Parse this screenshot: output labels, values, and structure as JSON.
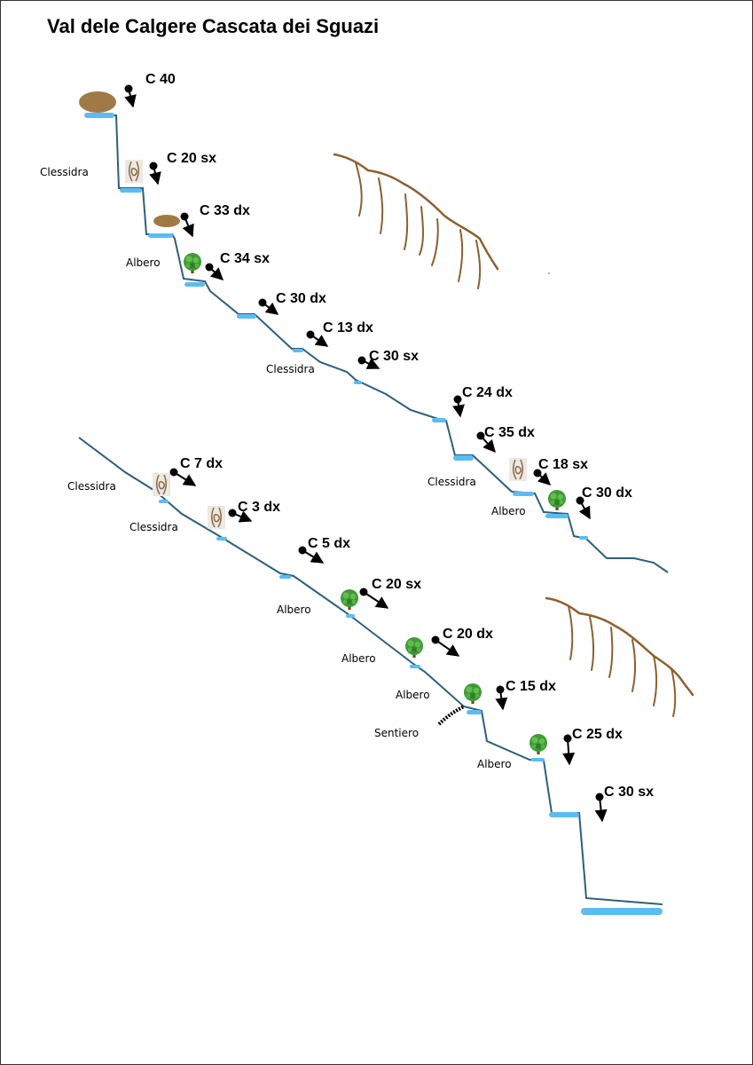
{
  "title": "Val dele Calgere Cascata dei Sguazi",
  "colors": {
    "route_line": "#2e5f7c",
    "ledge": "#5bbcf2",
    "rock": "#8c6030",
    "tree": "#3f9a35",
    "arrow": "#000000"
  },
  "rappels": [
    {
      "label": "C 40"
    },
    {
      "label": "C 20 sx"
    },
    {
      "label": "C 33 dx"
    },
    {
      "label": "C 34 sx"
    },
    {
      "label": "C 30 dx"
    },
    {
      "label": "C 13 dx"
    },
    {
      "label": "C 30 sx"
    },
    {
      "label": "C 24 dx"
    },
    {
      "label": "C 35 dx"
    },
    {
      "label": "C 18 sx"
    },
    {
      "label": "C 30 dx"
    },
    {
      "label": "C 7 dx"
    },
    {
      "label": "C 3 dx"
    },
    {
      "label": "C 5 dx"
    },
    {
      "label": "C 20 sx"
    },
    {
      "label": "C 20 dx"
    },
    {
      "label": "C 15 dx"
    },
    {
      "label": "C 25 dx"
    },
    {
      "label": "C 30 sx"
    }
  ],
  "anchors": [
    {
      "label": "Clessidra",
      "icon": "clessidra-icon"
    },
    {
      "label": "Albero",
      "icon": "tree-icon"
    },
    {
      "label": "Clessidra",
      "icon": "clessidra-icon"
    },
    {
      "label": "Clessidra",
      "icon": "clessidra-icon"
    },
    {
      "label": "Albero",
      "icon": "tree-icon"
    },
    {
      "label": "Clessidra",
      "icon": "clessidra-icon"
    },
    {
      "label": "Clessidra",
      "icon": "clessidra-icon"
    },
    {
      "label": "Albero",
      "icon": "tree-icon"
    },
    {
      "label": "Albero",
      "icon": "tree-icon"
    },
    {
      "label": "Albero",
      "icon": "tree-icon"
    },
    {
      "label": "Sentiero",
      "icon": "path-icon"
    },
    {
      "label": "Albero",
      "icon": "tree-icon"
    }
  ]
}
